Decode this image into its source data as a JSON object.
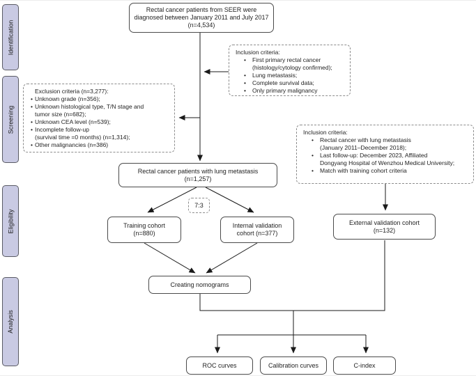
{
  "stages": [
    "Identification",
    "Screening",
    "Eligibility",
    "Analysis"
  ],
  "boxes": {
    "seer": "Rectal cancer patients from SEER were\ndiagnosed between January 2011 and July 2017\n(n=4,534)",
    "lung_mets": "Rectal cancer patients with lung metastasis\n(n=1,257)",
    "training": "Training cohort\n(n=880)",
    "internal": "Internal validation\ncohort (n=377)",
    "external": "External validation cohort\n(n=132)",
    "nomograms": "Creating nomograms",
    "roc": "ROC curves",
    "calibration": "Calibration curves",
    "cindex": "C-index",
    "ratio": "7:3"
  },
  "criteria": {
    "inclusion_seer": {
      "title": "Inclusion criteria:",
      "items": [
        "First primary rectal cancer\n(histology/cytology confirmed);",
        "Lung metastasis;",
        "Complete survival data;",
        "Only primary malignancy"
      ]
    },
    "exclusion_screening": {
      "title": "Exclusion criteria (n=3,277):",
      "items": [
        "Unknown grade (n=356);",
        "Unknown histological type, T/N stage and\ntumor size (n=682);",
        "Unknown CEA level (n=539);",
        "Incomplete follow-up\n(survival time =0 months) (n=1,314);",
        "Other malignancies (n=386)"
      ]
    },
    "inclusion_external": {
      "title": "Inclusion criteria:",
      "items": [
        "Rectal cancer with lung metastasis\n(January 2011–December 2018);",
        "Last follow-up: December 2023, Affiliated\nDongyang Hospital of Wenzhou Medical University;",
        "Match with training cohort criteria"
      ]
    }
  },
  "colors": {
    "stage_fill": "#c9cae3",
    "stage_border": "#5a5b64",
    "box_border": "#4a4a4a",
    "dashed_border": "#8c8c8c",
    "arrow": "#1a1a1a",
    "text": "#1f1f1f"
  }
}
